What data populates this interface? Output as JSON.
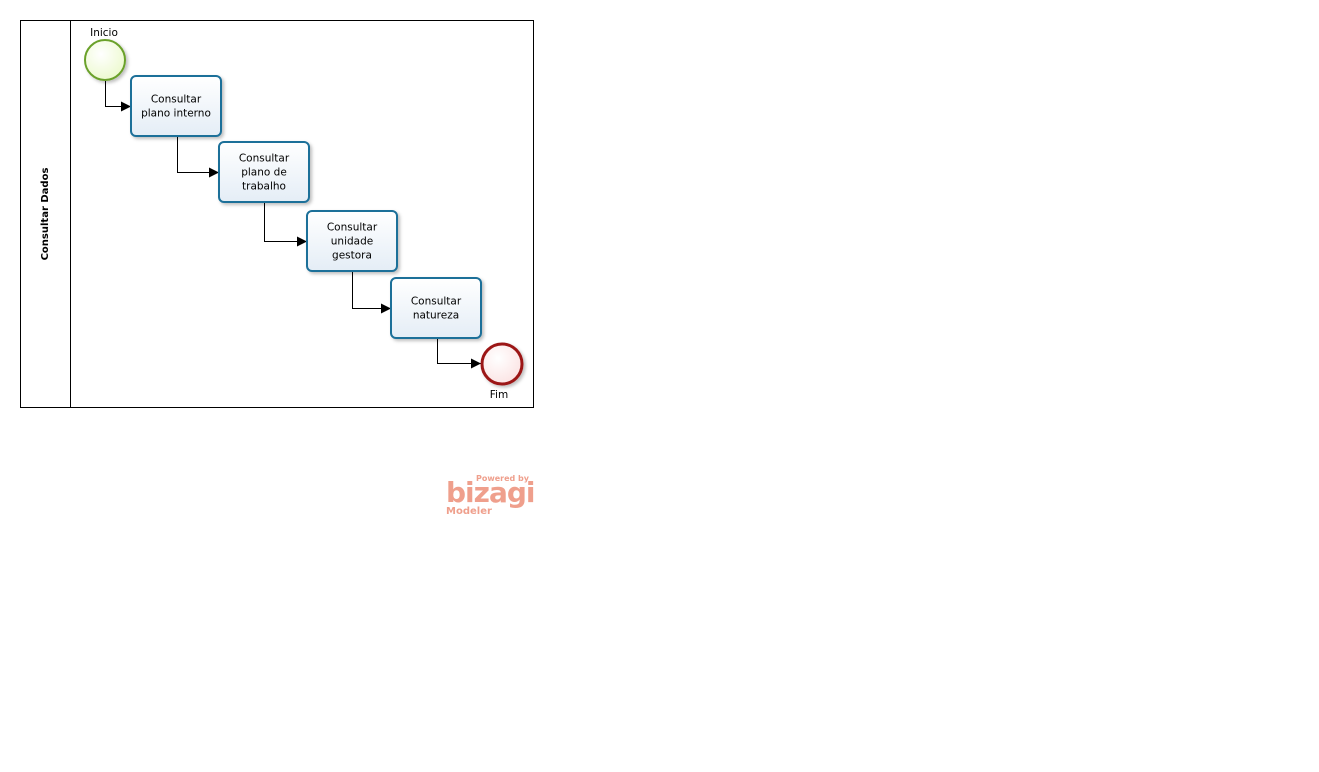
{
  "pool": {
    "lane_label": "Consultar Dados"
  },
  "events": {
    "start": {
      "label": "Inicio"
    },
    "end": {
      "label": "Fim"
    }
  },
  "tasks": [
    {
      "lines": [
        "Consultar",
        "plano interno"
      ]
    },
    {
      "lines": [
        "Consultar",
        "plano de",
        "trabalho"
      ]
    },
    {
      "lines": [
        "Consultar",
        "unidade",
        "gestora"
      ]
    },
    {
      "lines": [
        "Consultar",
        "natureza"
      ]
    }
  ],
  "watermark": {
    "powered": "Powered by",
    "brand": "bizagi",
    "product": "Modeler"
  },
  "colors": {
    "task_stroke": "#1f6f99",
    "task_fill_top": "#ffffff",
    "task_fill_bottom": "#e4edf6",
    "start_stroke": "#6aa12a",
    "start_fill": "#eaf9c9",
    "end_stroke": "#9c1616",
    "end_fill": "#fbe0e0",
    "watermark": "#ef9f8c"
  }
}
